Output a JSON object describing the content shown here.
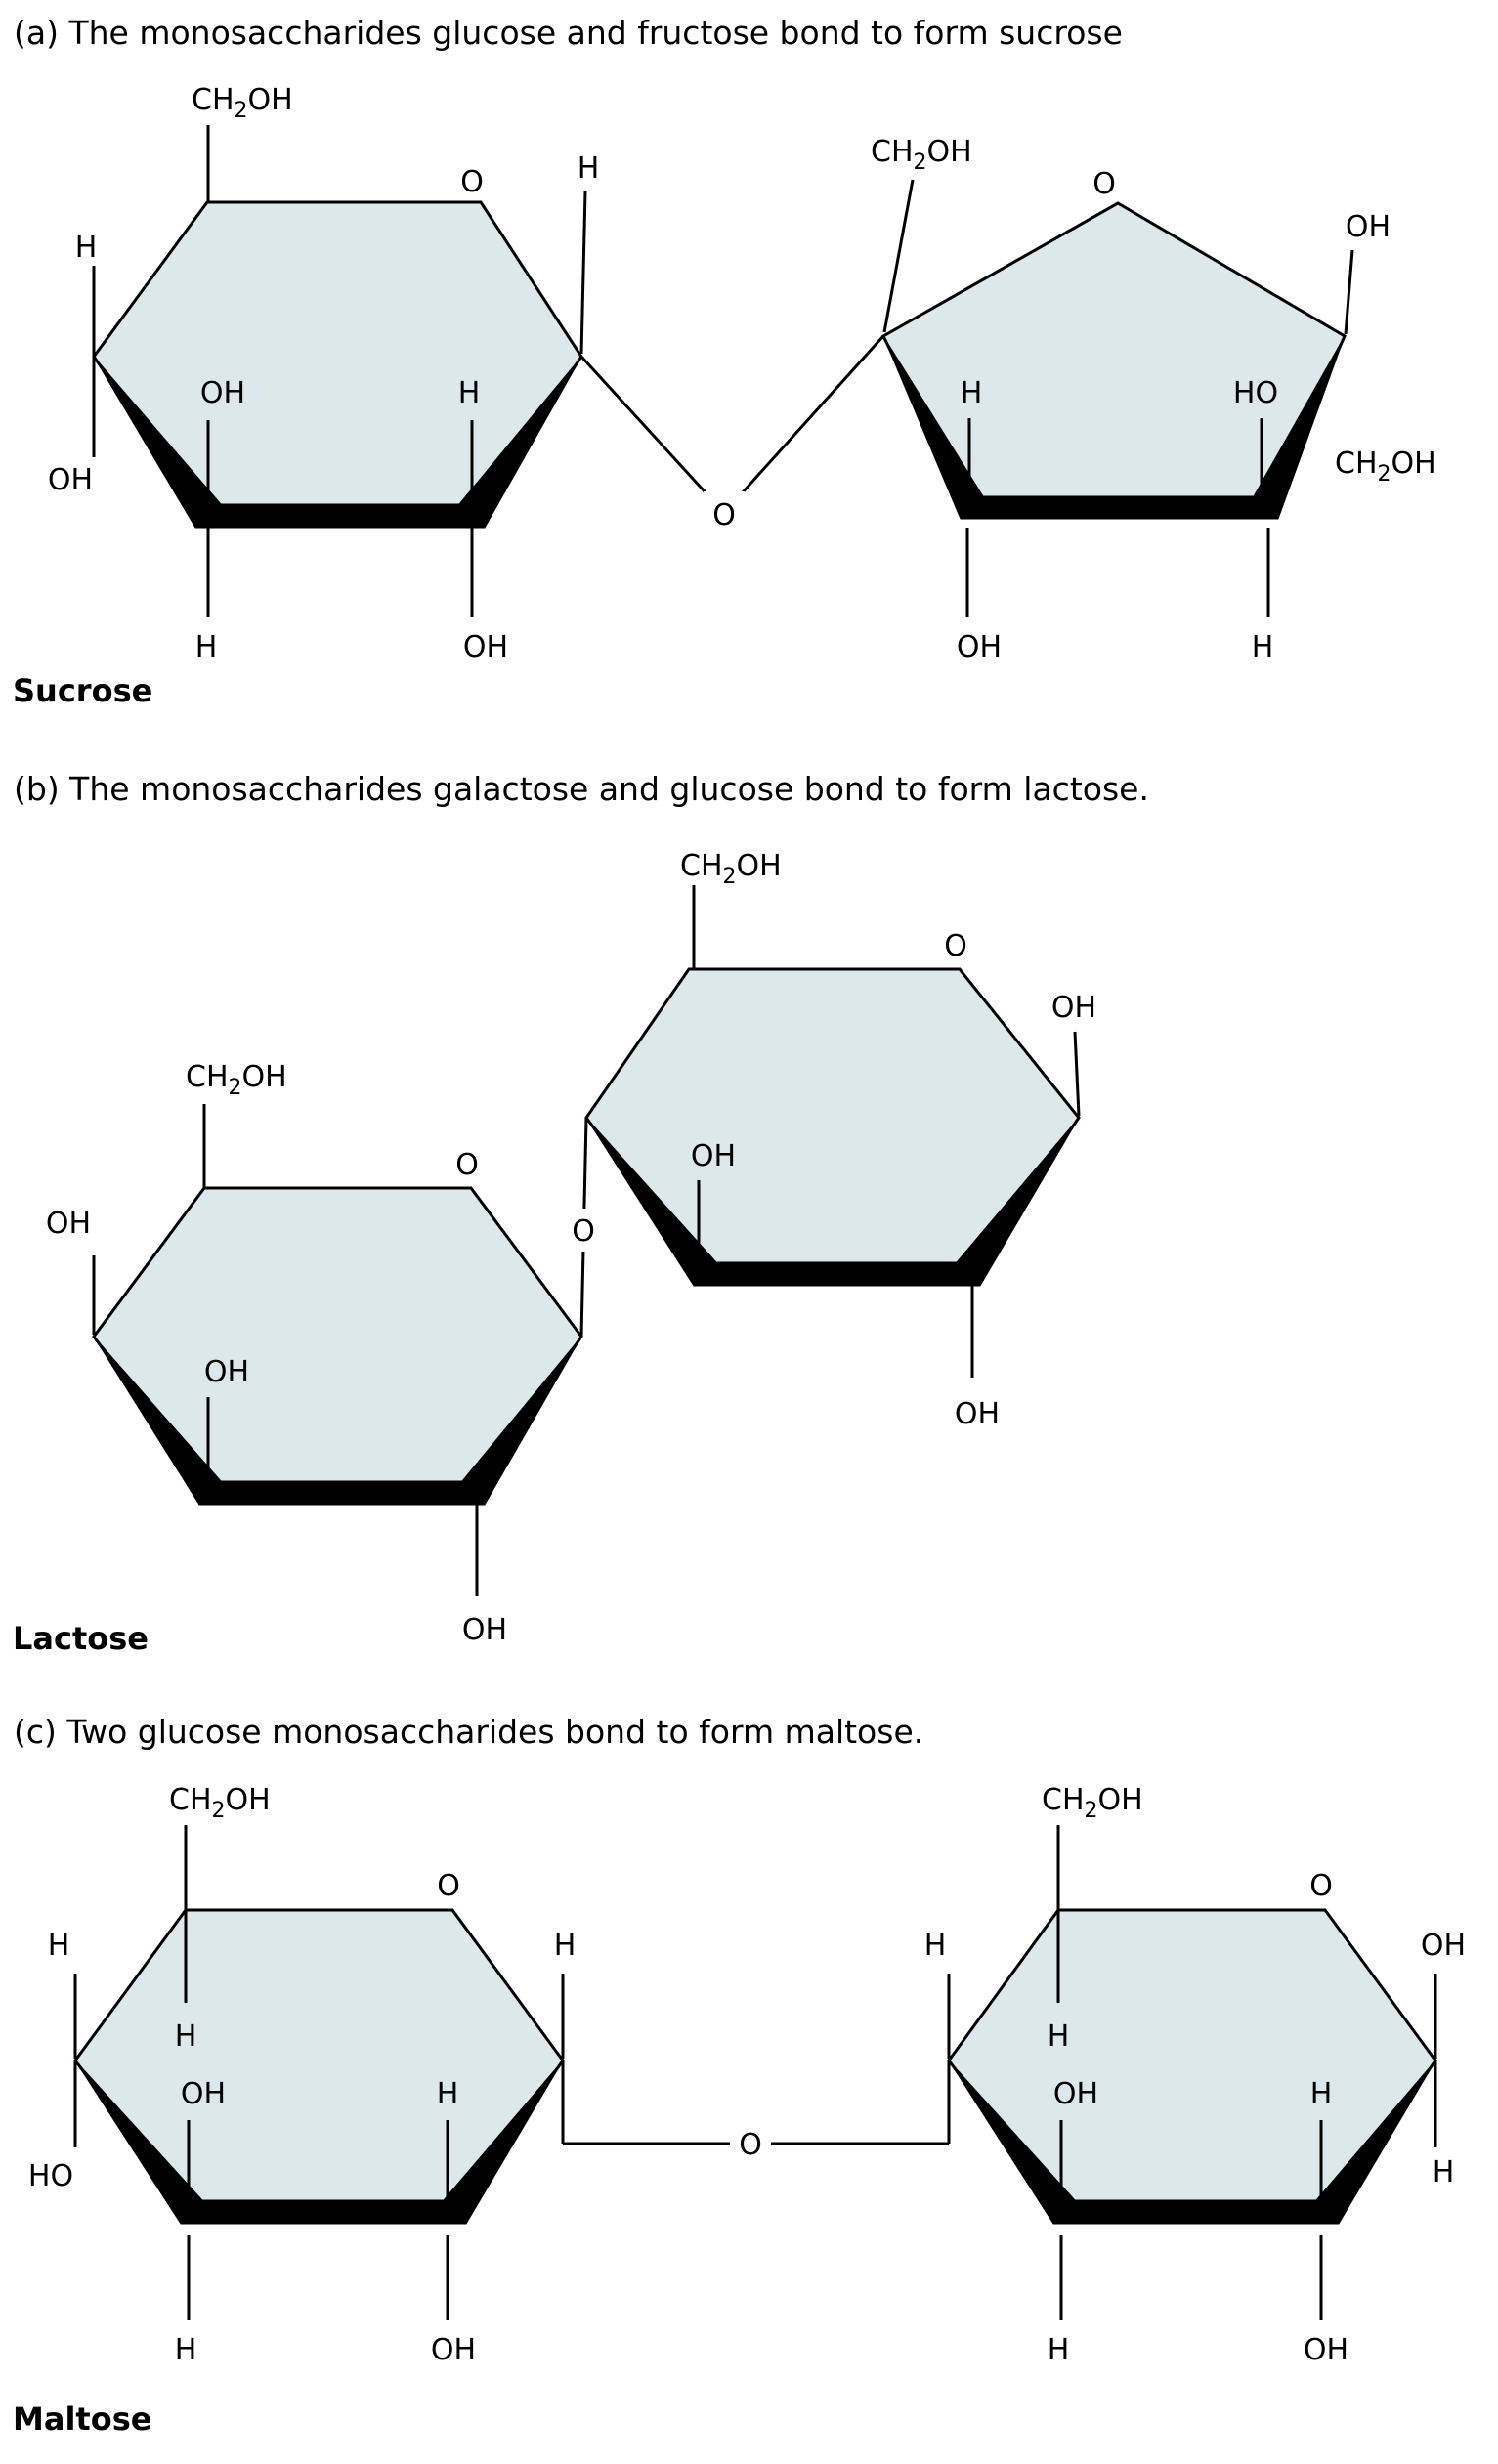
{
  "colors": {
    "ring_fill": "#dce8eb",
    "line": "#000000"
  },
  "a": {
    "title": "(a) The monosaccharides glucose and fructose bond to form sucrose",
    "molecule": "Sucrose",
    "glucose": {
      "ch2oh": {
        "ch": "CH",
        "sub": "2",
        "oh": "OH"
      },
      "h_left": "H",
      "oh_left": "OH",
      "ring_o": "O",
      "oh_inner": "OH",
      "h_inner": "H",
      "h_upper_right": "H",
      "h_below": "H",
      "oh_below": "OH"
    },
    "bridge_o": "O",
    "fructose": {
      "ch2oh_top": {
        "ch": "CH",
        "sub": "2",
        "oh": "OH"
      },
      "ring_o": "O",
      "oh_right": "OH",
      "h_inner": "H",
      "ho_inner": "HO",
      "ch2oh_right": {
        "ch": "CH",
        "sub": "2",
        "oh": "OH"
      },
      "oh_below": "OH",
      "h_below": "H"
    }
  },
  "b": {
    "title": "(b) The monosaccharides galactose and glucose bond to form lactose.",
    "molecule": "Lactose",
    "glucose": {
      "ch2oh": {
        "ch": "CH",
        "sub": "2",
        "oh": "OH"
      },
      "ring_o": "O",
      "oh_right": "OH",
      "oh_inner": "OH",
      "oh_below": "OH"
    },
    "bridge_o": "O",
    "galactose": {
      "ch2oh": {
        "ch": "CH",
        "sub": "2",
        "oh": "OH"
      },
      "ring_o": "O",
      "oh_left": "OH",
      "oh_inner": "OH",
      "oh_below": "OH"
    }
  },
  "c": {
    "title": "(c) Two glucose monosaccharides bond to form maltose.",
    "molecule": "Maltose",
    "left_glucose": {
      "ch2oh": {
        "ch": "CH",
        "sub": "2",
        "oh": "OH"
      },
      "ring_o": "O",
      "h_left": "H",
      "ho_left": "HO",
      "h_inner_top": "H",
      "oh_inner": "OH",
      "h_inner_right": "H",
      "h_upper_right": "H",
      "h_below": "H",
      "oh_below": "OH"
    },
    "bridge_o": "O",
    "right_glucose": {
      "ch2oh": {
        "ch": "CH",
        "sub": "2",
        "oh": "OH"
      },
      "ring_o": "O",
      "h_left": "H",
      "oh_right": "OH",
      "h_inner_top": "H",
      "oh_inner": "OH",
      "h_inner_right": "H",
      "h_lower_right": "H",
      "h_below": "H",
      "oh_below": "OH"
    }
  }
}
